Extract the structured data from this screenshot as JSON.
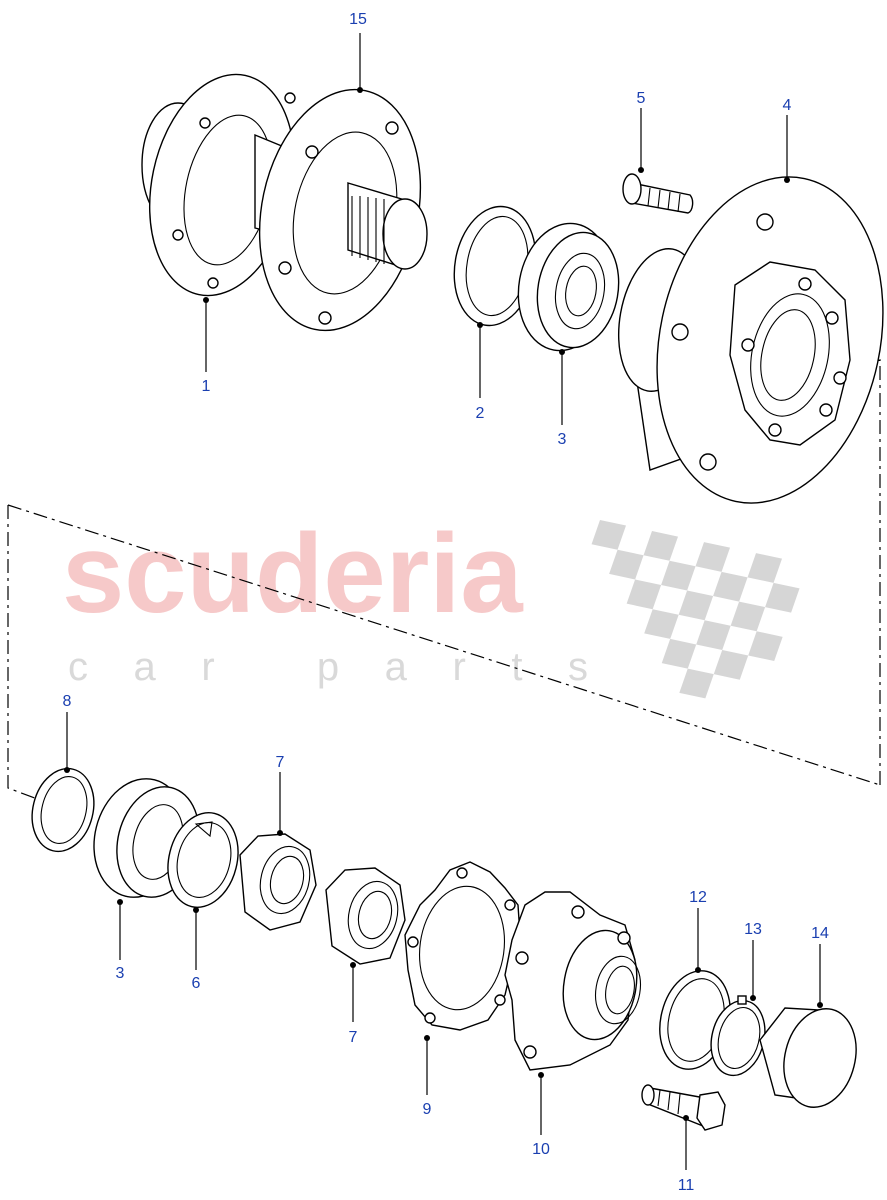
{
  "watermark": {
    "brand": "scuderia",
    "tagline": "car parts",
    "brand_color": "#f6c9c9",
    "checker_color": "#d6d6d6"
  },
  "callouts": {
    "c1": "1",
    "c2": "2",
    "c3_top": "3",
    "c3_bottom": "3",
    "c4": "4",
    "c5": "5",
    "c6": "6",
    "c7_top": "7",
    "c7_bottom": "7",
    "c8": "8",
    "c9": "9",
    "c10": "10",
    "c11": "11",
    "c12": "12",
    "c13": "13",
    "c14": "14",
    "c15": "15"
  },
  "label_color": "#1a3fb0"
}
